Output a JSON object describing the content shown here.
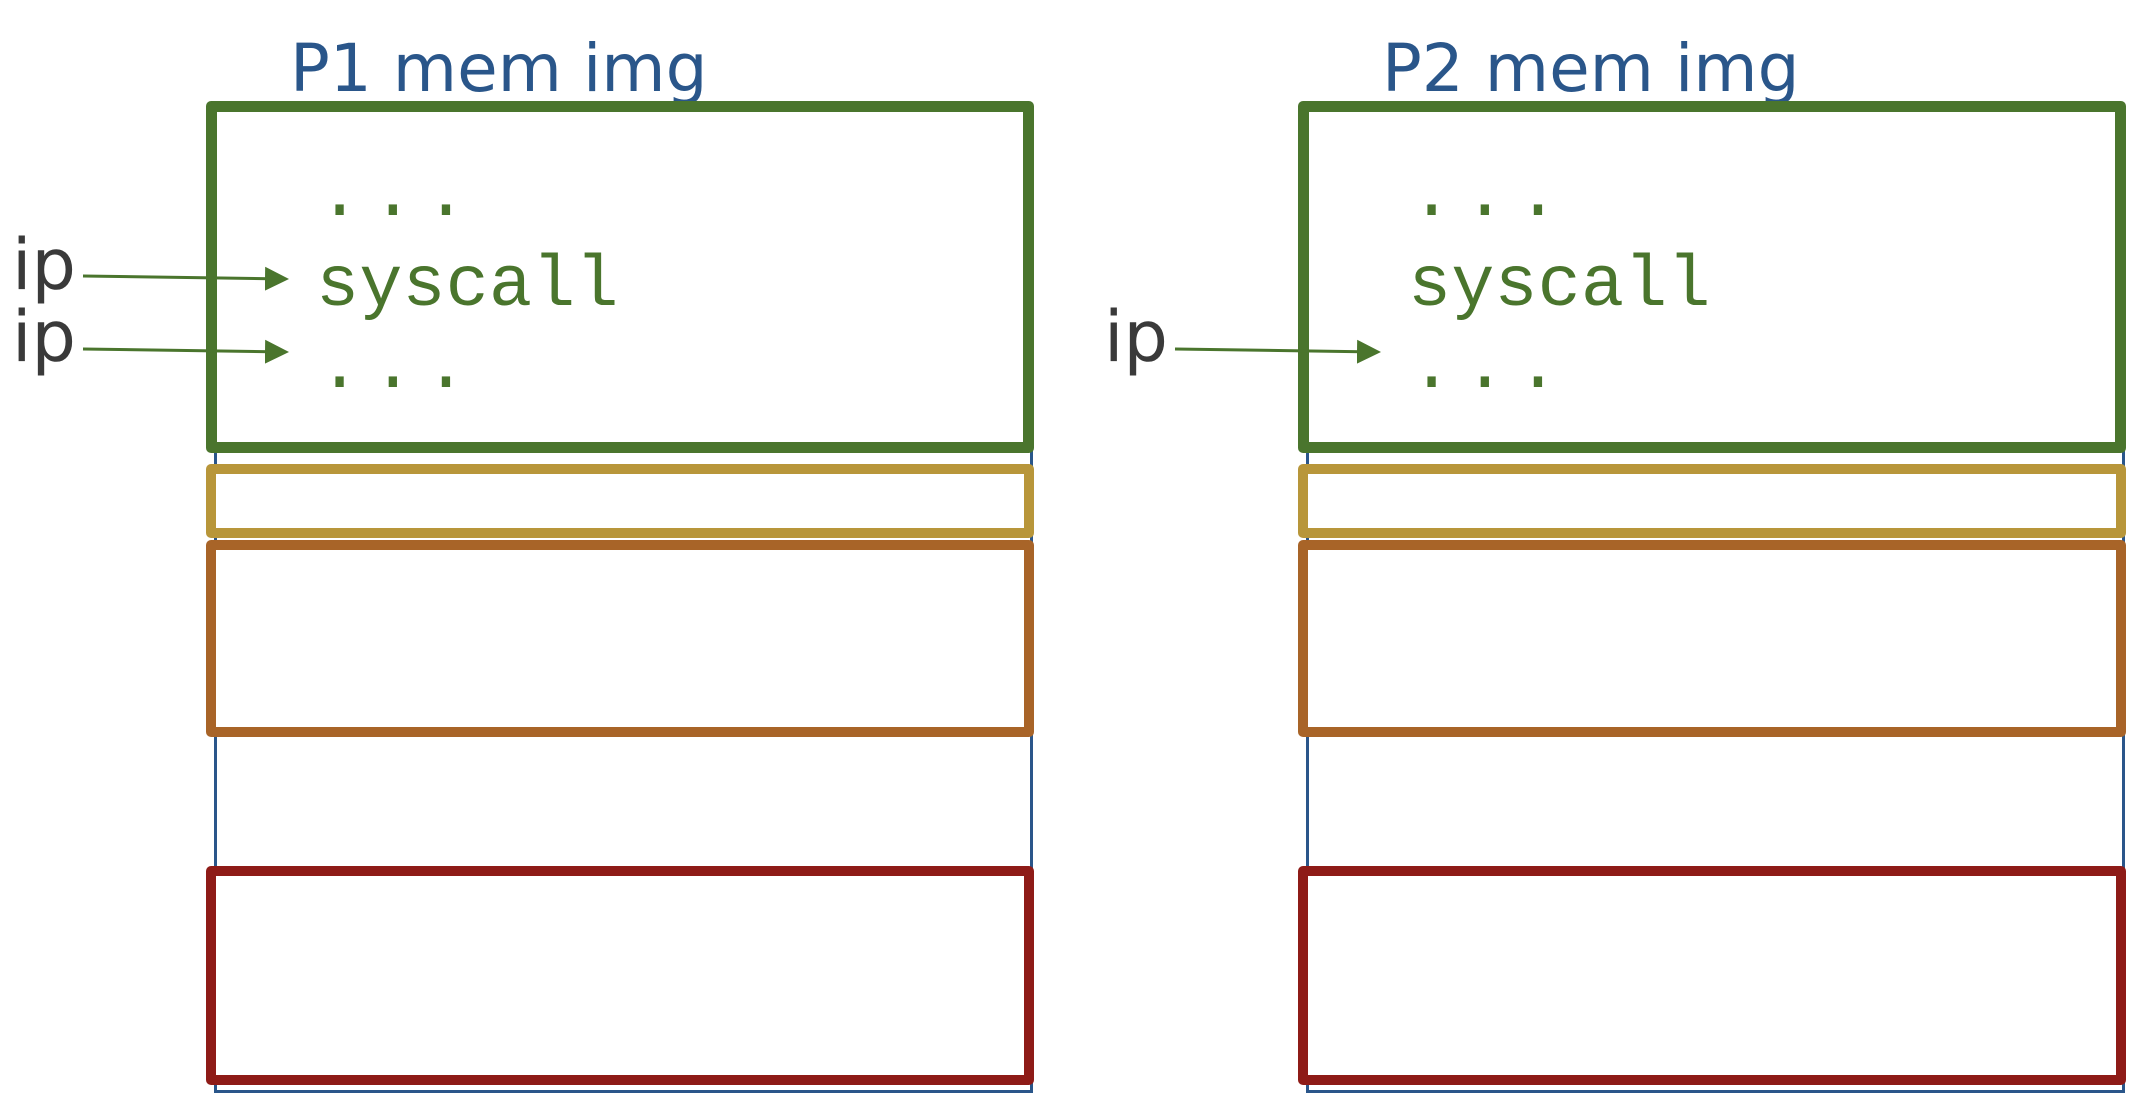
{
  "colors": {
    "title": "#2a568a",
    "code_segment": "#4a752d",
    "data_segment": "#b8963a",
    "heap_segment": "#a86428",
    "stack_segment": "#8e1b17",
    "boundary": "#2a568a",
    "ip_label": "#3a3a3a",
    "arrow": "#4a752d"
  },
  "p1": {
    "title": "P1 mem img",
    "code_top": "...",
    "code_main": "syscall",
    "code_bottom": "...",
    "ip_labels": [
      "ip",
      "ip"
    ]
  },
  "p2": {
    "title": "P2 mem img",
    "code_top": "...",
    "code_main": "syscall",
    "code_bottom": "...",
    "ip_labels": [
      "ip"
    ]
  }
}
